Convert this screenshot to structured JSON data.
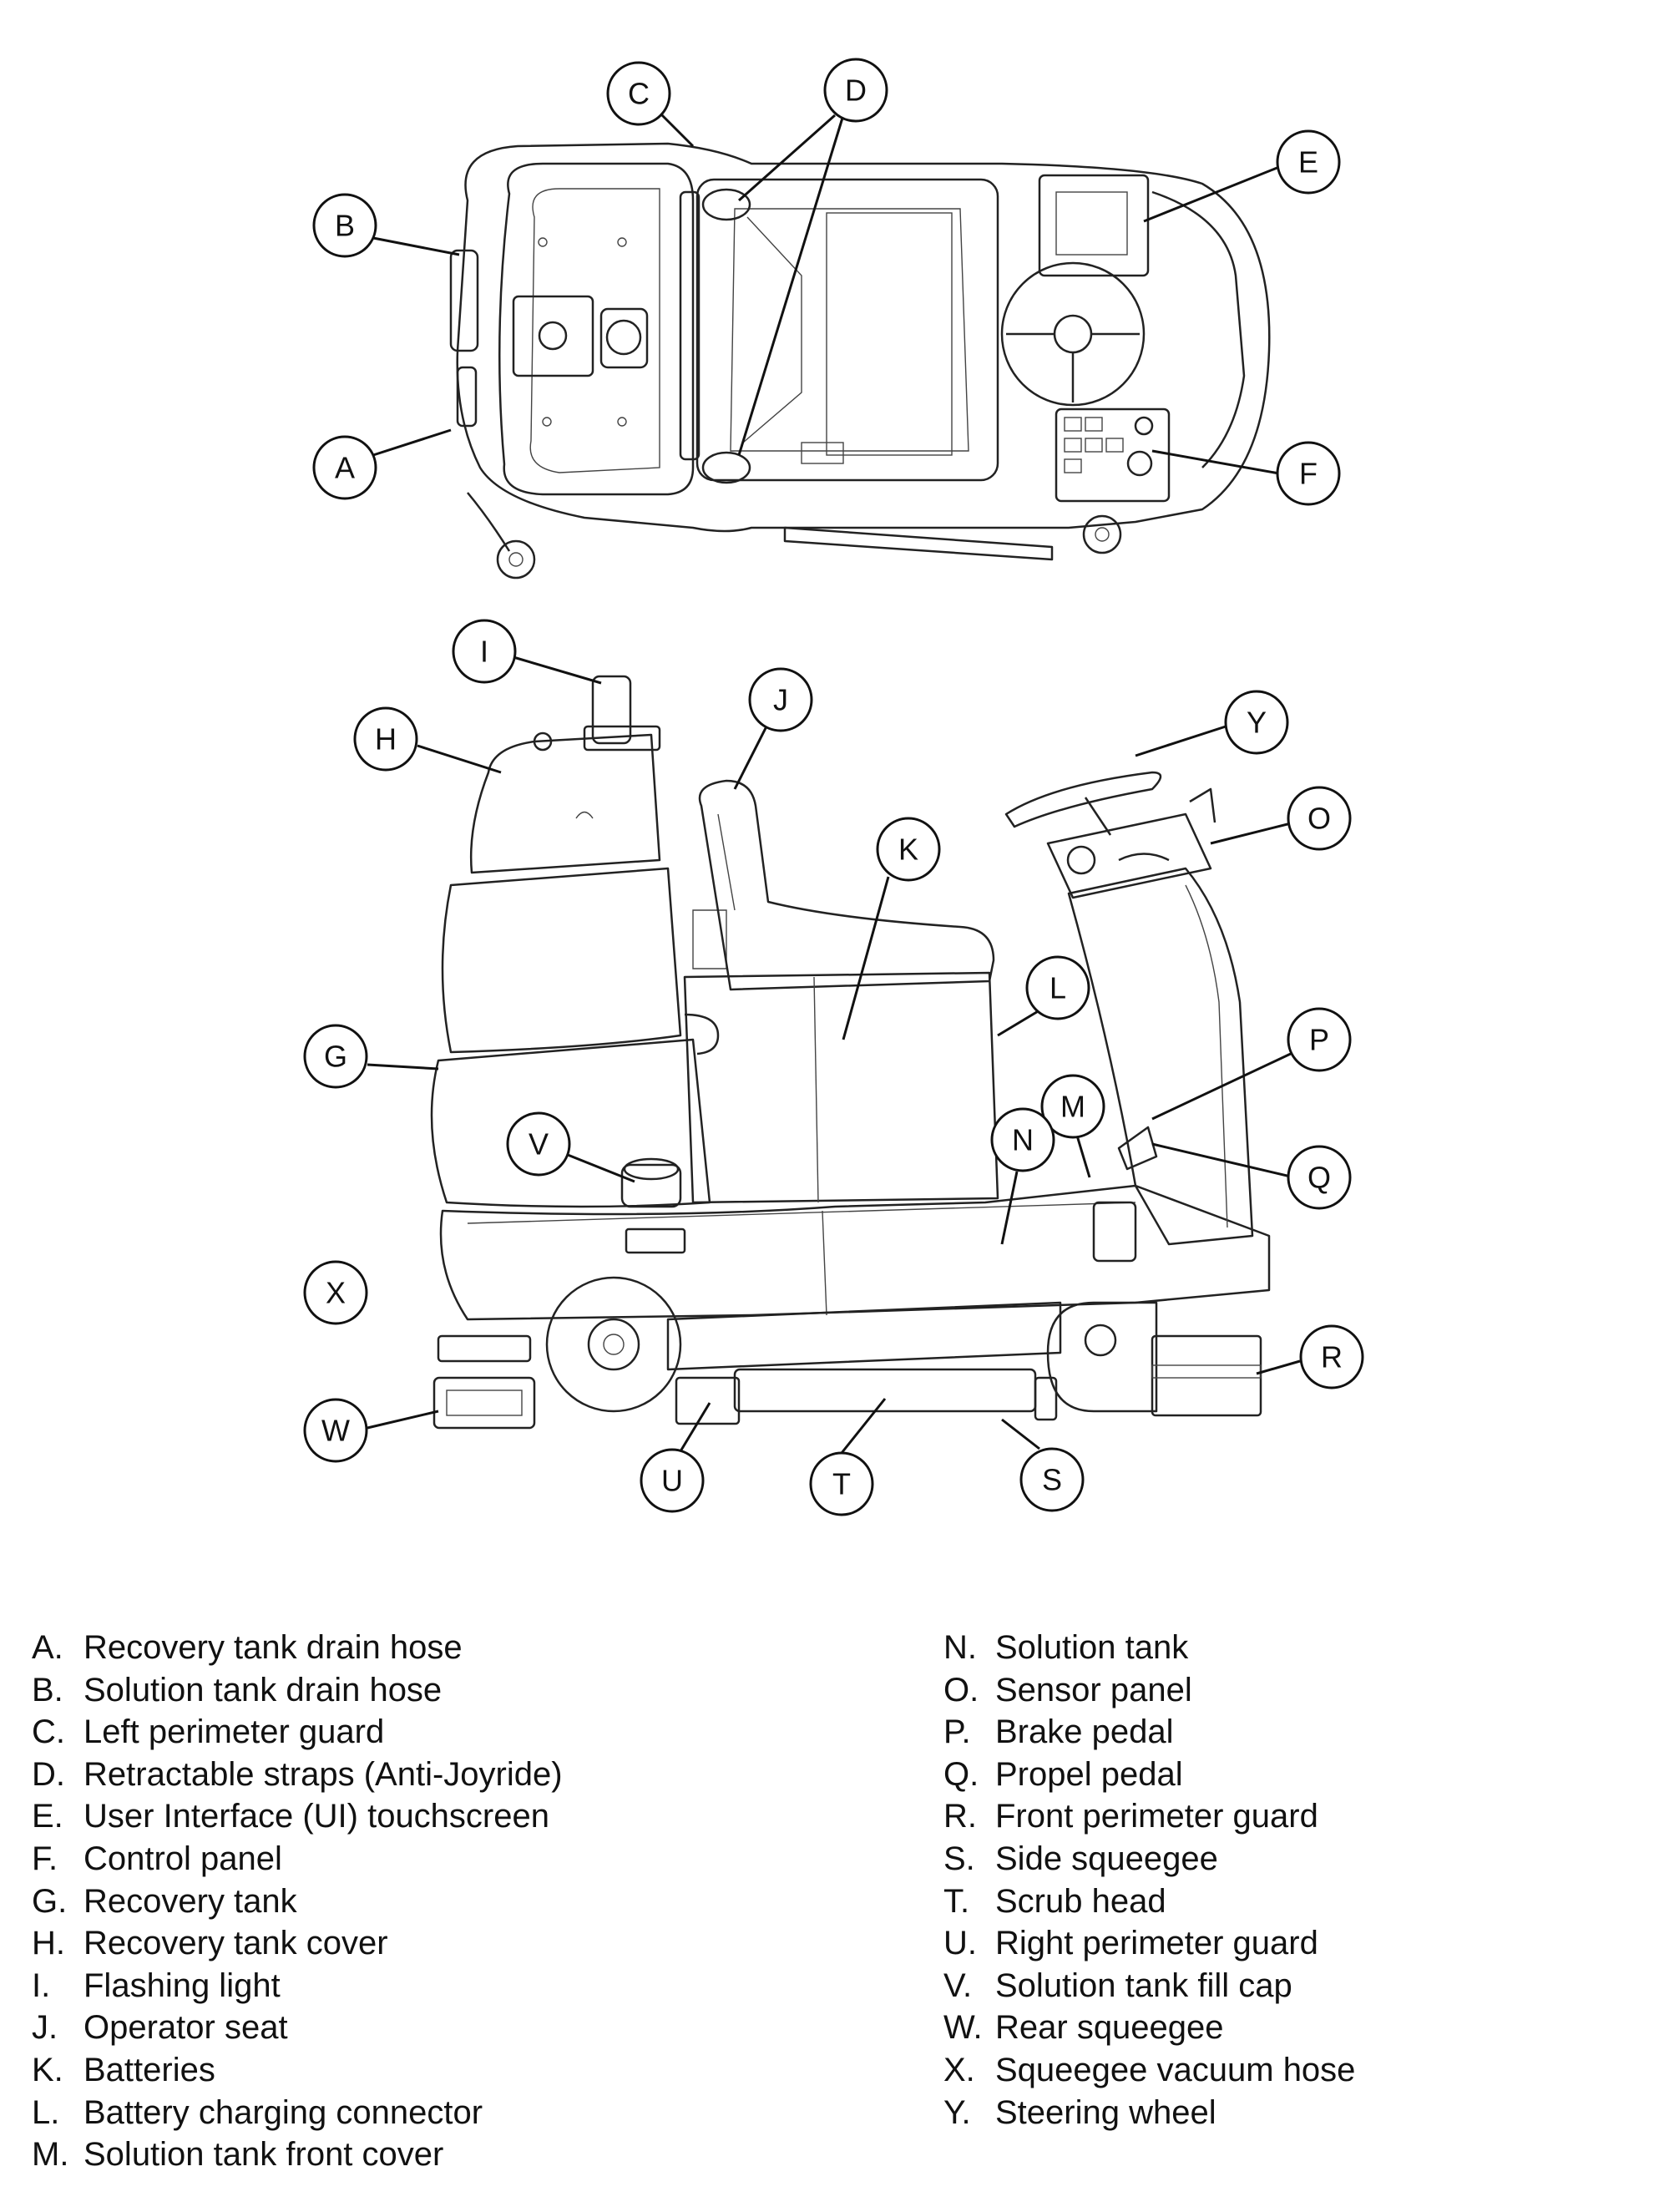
{
  "callouts": [
    {
      "letter": "A"
    },
    {
      "letter": "B"
    },
    {
      "letter": "C"
    },
    {
      "letter": "D"
    },
    {
      "letter": "E"
    },
    {
      "letter": "F"
    },
    {
      "letter": "G"
    },
    {
      "letter": "H"
    },
    {
      "letter": "I"
    },
    {
      "letter": "J"
    },
    {
      "letter": "K"
    },
    {
      "letter": "L"
    },
    {
      "letter": "M"
    },
    {
      "letter": "N"
    },
    {
      "letter": "O"
    },
    {
      "letter": "P"
    },
    {
      "letter": "Q"
    },
    {
      "letter": "R"
    },
    {
      "letter": "S"
    },
    {
      "letter": "T"
    },
    {
      "letter": "U"
    },
    {
      "letter": "V"
    },
    {
      "letter": "W"
    },
    {
      "letter": "X"
    },
    {
      "letter": "Y"
    }
  ],
  "legend": {
    "left": [
      {
        "letter": "A.",
        "text": "Recovery tank drain hose"
      },
      {
        "letter": "B.",
        "text": "Solution tank drain hose"
      },
      {
        "letter": "C.",
        "text": "Left perimeter guard"
      },
      {
        "letter": "D.",
        "text": "Retractable straps (Anti-Joyride)"
      },
      {
        "letter": "E.",
        "text": "User Interface (UI) touchscreen"
      },
      {
        "letter": "F.",
        "text": "Control panel"
      },
      {
        "letter": "G.",
        "text": "Recovery tank"
      },
      {
        "letter": "H.",
        "text": "Recovery tank cover"
      },
      {
        "letter": "I.",
        "text": "Flashing light"
      },
      {
        "letter": "J.",
        "text": "Operator seat"
      },
      {
        "letter": "K.",
        "text": "Batteries"
      },
      {
        "letter": "L.",
        "text": "Battery charging connector"
      },
      {
        "letter": "M.",
        "text": "Solution tank front cover"
      }
    ],
    "right": [
      {
        "letter": "N.",
        "text": "Solution tank"
      },
      {
        "letter": "O.",
        "text": "Sensor panel"
      },
      {
        "letter": "P.",
        "text": "Brake pedal"
      },
      {
        "letter": "Q.",
        "text": "Propel pedal"
      },
      {
        "letter": "R.",
        "text": "Front perimeter guard"
      },
      {
        "letter": "S.",
        "text": "Side squeegee"
      },
      {
        "letter": "T.",
        "text": "Scrub head"
      },
      {
        "letter": "U.",
        "text": "Right perimeter guard"
      },
      {
        "letter": "V.",
        "text": "Solution tank fill cap"
      },
      {
        "letter": "W.",
        "text": "Rear squeegee"
      },
      {
        "letter": "X.",
        "text": "Squeegee vacuum hose"
      },
      {
        "letter": "Y.",
        "text": "Steering wheel"
      }
    ]
  }
}
